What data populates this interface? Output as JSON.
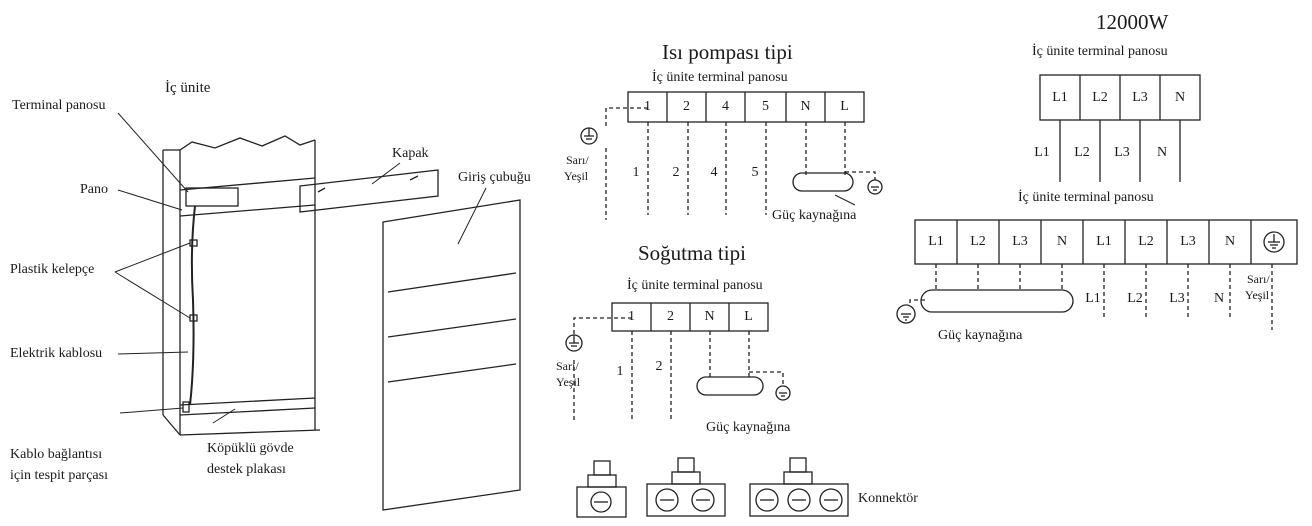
{
  "left_diagram": {
    "title": "İç ünite",
    "labels": {
      "terminal_panel": "Terminal panosu",
      "board": "Pano",
      "plastic_clamp": "Plastik kelepçe",
      "electric_cable": "Elektrik kablosu",
      "fixing_part_line1": "Kablo bağlantısı",
      "fixing_part_line2": "için tespit parçası",
      "foam_plate_line1": "Köpüklü gövde",
      "foam_plate_line2": "destek plakası",
      "cover": "Kapak",
      "inlet_bar": "Giriş çubuğu"
    }
  },
  "heat_pump": {
    "title": "Isı pompası tipi",
    "subtitle": "İç ünite terminal panosu",
    "terminals": [
      "1",
      "2",
      "4",
      "5",
      "N",
      "L"
    ],
    "wire_labels": [
      "1",
      "2",
      "4",
      "5"
    ],
    "ground_label_line1": "Sarı/",
    "ground_label_line2": "Yeşil",
    "power_label": "Güç kaynağına"
  },
  "cooling": {
    "title": "Soğutma tipi",
    "subtitle": "İç ünite terminal panosu",
    "terminals": [
      "1",
      "2",
      "N",
      "L"
    ],
    "wire_labels": [
      "1",
      "2"
    ],
    "ground_label_line1": "Sarı/",
    "ground_label_line2": "Yeşil",
    "power_label": "Güç kaynağına"
  },
  "connector": {
    "label": "Konnektör"
  },
  "w12000": {
    "title": "12000W",
    "subtitle_top": "İç ünite terminal panosu",
    "top_terminals": [
      "L1",
      "L2",
      "L3",
      "N"
    ],
    "top_wire_labels": [
      "L1",
      "L2",
      "L3",
      "N"
    ],
    "subtitle_bottom": "İç ünite terminal panosu",
    "bottom_terminals": [
      "L1",
      "L2",
      "L3",
      "N",
      "L1",
      "L2",
      "L3",
      "N"
    ],
    "bottom_wire_labels": [
      "L1",
      "L2",
      "L3",
      "N"
    ],
    "ground_label_line1": "Sarı/",
    "ground_label_line2": "Yeşil",
    "power_label": "Güç kaynağına"
  }
}
